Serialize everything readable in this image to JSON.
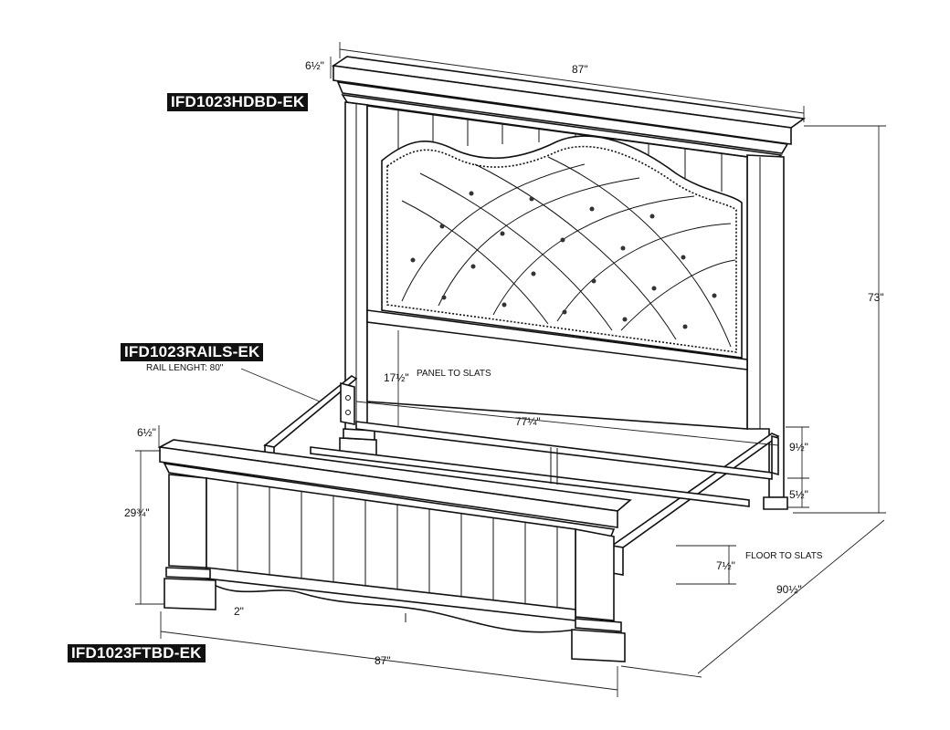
{
  "parts": {
    "headboard": "IFD1023HDBD-EK",
    "rails": "IFD1023RAILS-EK",
    "footboard": "IFD1023FTBD-EK"
  },
  "rail_note": "RAIL LENGHT: 80\"",
  "dimensions": {
    "head_width": "87\"",
    "head_cap": "6½\"",
    "head_height": "73\"",
    "panel_to_slats": "17½\"",
    "panel_to_slats_note": "PANEL TO SLATS",
    "inner_width": "77¼\"",
    "rail_height": "9½\"",
    "leg_height": "5½\"",
    "floor_to_slats": "7½\"",
    "floor_to_slats_note": "FLOOR TO SLATS",
    "overall_length": "90½\"",
    "foot_cap": "6½\"",
    "foot_height": "29¾\"",
    "foot_apron": "2\"",
    "foot_width": "87\""
  }
}
